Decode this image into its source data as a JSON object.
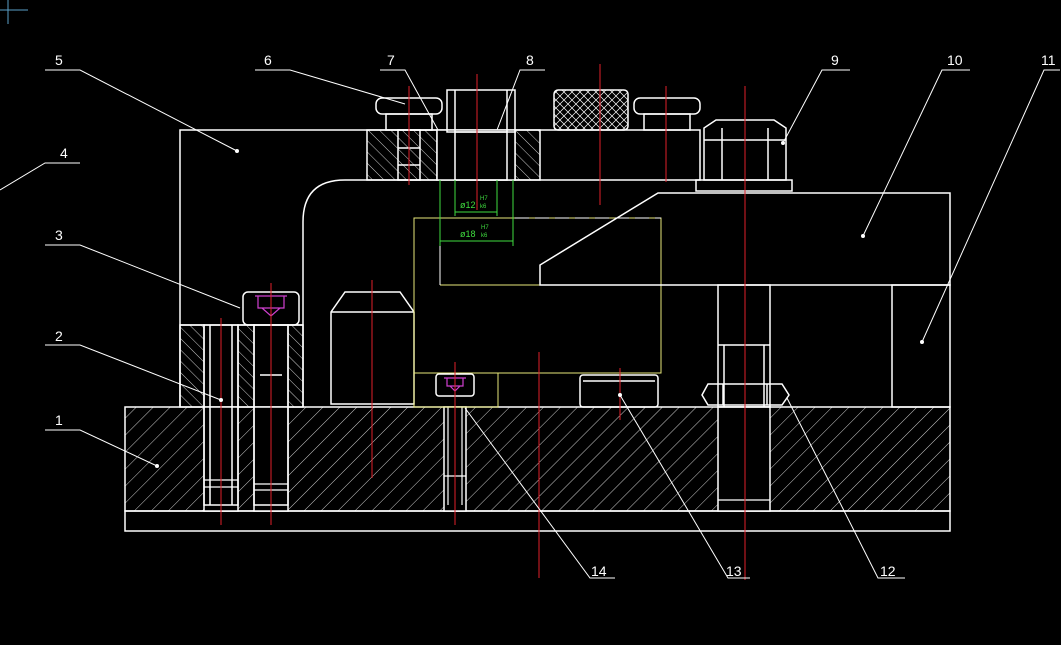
{
  "colors": {
    "background": "#000000",
    "outline": "#ffffff",
    "centerline": "#e0202a",
    "dimension": "#3fdc3f",
    "hidden": "#e8e87a",
    "screw_head": "#d040d0",
    "cursor": "#5aa0c8"
  },
  "labels": {
    "l1": "1",
    "l2": "2",
    "l3": "3",
    "l4": "4",
    "l5": "5",
    "l6": "6",
    "l7": "7",
    "l8": "8",
    "l9": "9",
    "l10": "10",
    "l11": "11",
    "l12": "12",
    "l13": "13",
    "l14": "14"
  },
  "dimensions": {
    "d1_main": "ø12",
    "d1_top": "H7",
    "d1_bot": "k6",
    "d2_main": "ø18",
    "d2_top": "H7",
    "d2_bot": "k6"
  }
}
